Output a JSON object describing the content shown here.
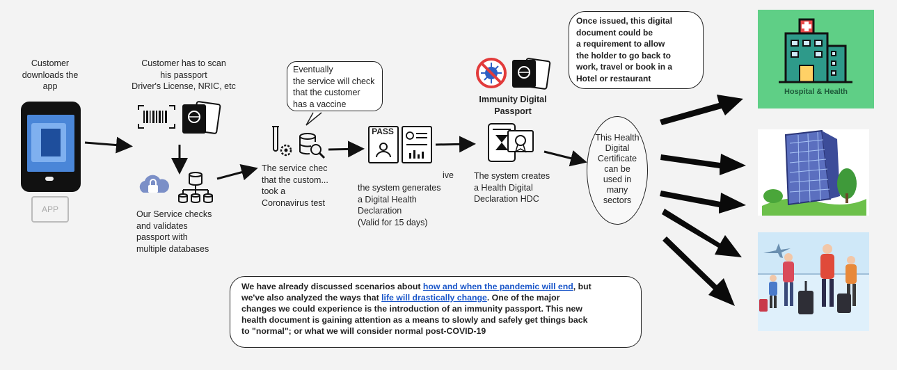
{
  "steps": {
    "download": {
      "text": "Customer\ndownloads  the\napp",
      "badge": "APP"
    },
    "scan": {
      "text": "Customer has to scan\nhis passport\nDriver's License, NRIC, etc"
    },
    "validate": {
      "text": "Our Service checks\nand validates\npassport with\nmultiple databases"
    },
    "eventually": {
      "text": "Eventually\nthe service will check\nthat the customer\nhas a vaccine"
    },
    "checks": {
      "text": "The service chec\nthat the custom...\ntook a\nCoronavirus test"
    },
    "generates": {
      "frag": "ive",
      "text": "the system generates\na Digital Health\nDeclaration\n(Valid for 15 days)",
      "pass_label": "PASS"
    },
    "passport_title": {
      "text": "Immunity Digital\nPassport"
    },
    "creates": {
      "text": "The system creates\na Health Digital\nDeclaration HDC"
    },
    "certificate": {
      "text": "This Health\nDigital\nCertificate\ncan be\nused in\nmany\nsectors"
    },
    "issued": {
      "text": "Once issued, this digital\ndocument could be\na requirement to allow\nthe holder to go back to\nwork, travel or book in a\nHotel or restaurant"
    }
  },
  "sectors": {
    "hospital_label": "Hospital & Health"
  },
  "summary": {
    "p1": "We have already discussed scenarios about ",
    "link1": "how and when the pandemic will end",
    "p2": ", but\nwe've also analyzed the ways that ",
    "link2": "life will drastically change",
    "p3": ". One of the major\nchanges we could experience is the introduction of an immunity passport. This new\nhealth document is gaining attention as a means to slowly and safely get things back\nto \"normal\"; or what we will consider normal post-COVID-19"
  },
  "colors": {
    "hospital_bg": "#5fcf86",
    "link": "#1a56c9",
    "phone_screen": "#4a86d8"
  }
}
